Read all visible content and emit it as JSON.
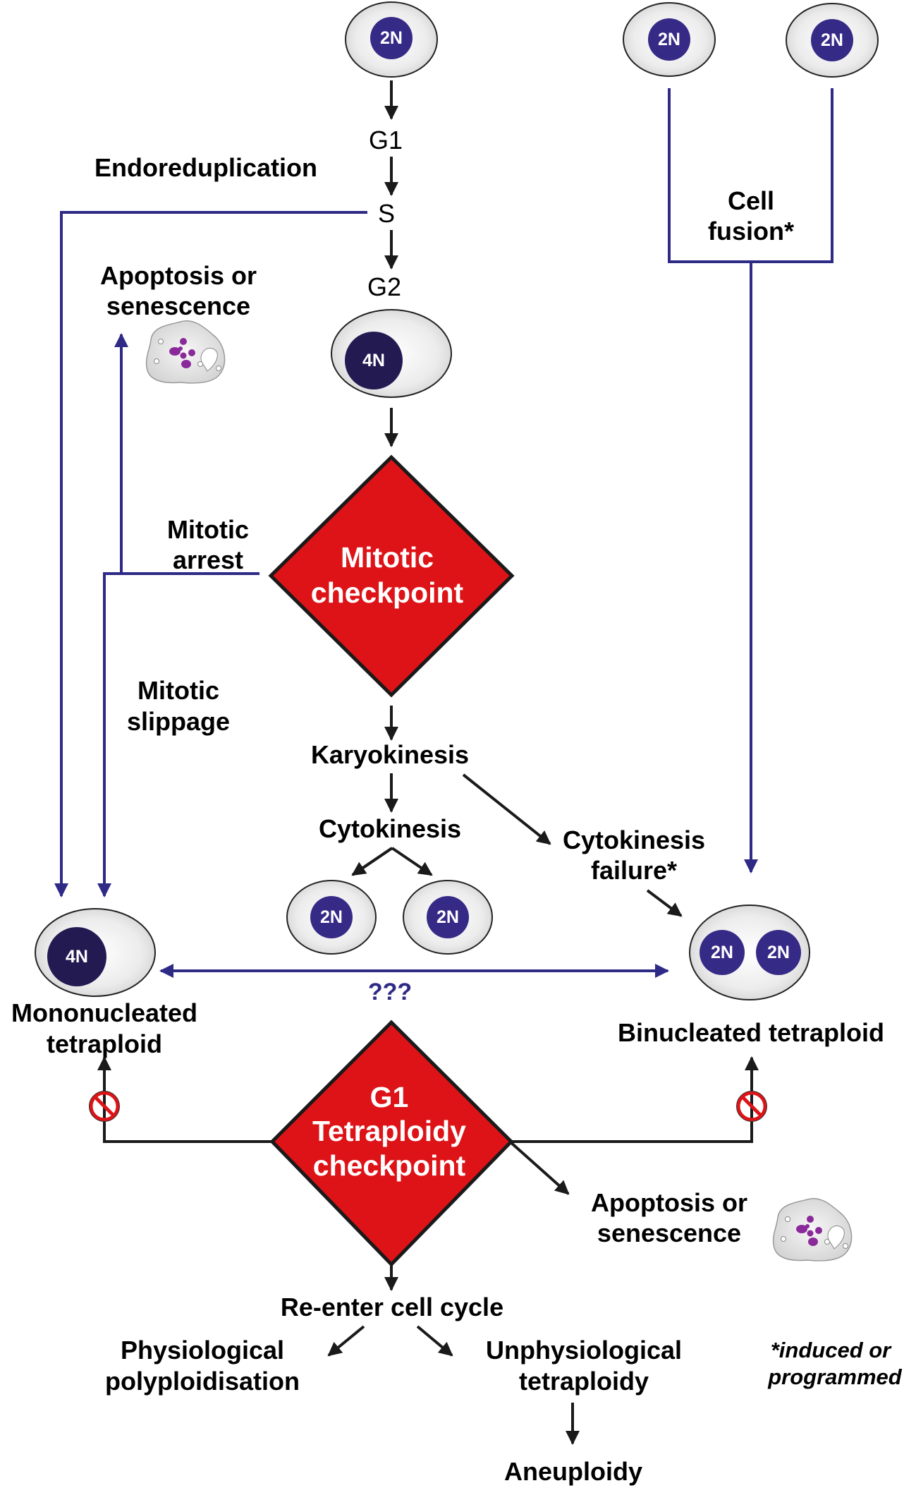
{
  "colors": {
    "checkpoint_red": "#dd1317",
    "pathway_purple": "#2e2a86",
    "nucleus_2n": "#362a87",
    "nucleus_4n": "#241a52",
    "cell_fill": "#ececec",
    "arrow_black": "#1a1a1a",
    "apoptotic_body": "#8a2a9a"
  },
  "cells": {
    "top_cell": "2N",
    "fusion_cell_left": "2N",
    "fusion_cell_right": "2N",
    "g2_cell": "4N",
    "daughter_left": "2N",
    "daughter_right": "2N",
    "mononucleated_cell": "4N",
    "binucleated_nucleus_left": "2N",
    "binucleated_nucleus_right": "2N"
  },
  "phases": {
    "g1": "G1",
    "s": "S",
    "g2": "G2"
  },
  "labels": {
    "endoreduplication": "Endoreduplication",
    "apoptosis_top": [
      "Apoptosis or",
      "senescence"
    ],
    "mitotic_arrest": [
      "Mitotic",
      "arrest"
    ],
    "mitotic_slippage": [
      "Mitotic",
      "slippage"
    ],
    "cell_fusion": [
      "Cell",
      "fusion*"
    ],
    "karyokinesis": "Karyokinesis",
    "cytokinesis": "Cytokinesis",
    "cytokinesis_failure": [
      "Cytokinesis",
      "failure*"
    ],
    "unknown_link": "???",
    "mononucleated": [
      "Mononucleated",
      "tetraploid"
    ],
    "binucleated": "Binucleated tetraploid",
    "apoptosis_bottom": [
      "Apoptosis or",
      "senescence"
    ],
    "reenter": "Re-enter cell cycle",
    "physiological": [
      "Physiological",
      "polyploidisation"
    ],
    "unphysiological": [
      "Unphysiological",
      "tetraploidy"
    ],
    "aneuploidy": "Aneuploidy",
    "footnote": [
      "*induced or",
      "programmed"
    ]
  },
  "checkpoints": {
    "mitotic": [
      "Mitotic",
      "checkpoint"
    ],
    "g1_tetraploidy": [
      "G1",
      "Tetraploidy",
      "checkpoint"
    ]
  },
  "icons": {
    "blocked_left": "no-entry-icon",
    "blocked_right": "no-entry-icon",
    "apoptotic_cell_top": "apoptotic-cell-icon",
    "apoptotic_cell_bottom": "apoptotic-cell-icon"
  }
}
